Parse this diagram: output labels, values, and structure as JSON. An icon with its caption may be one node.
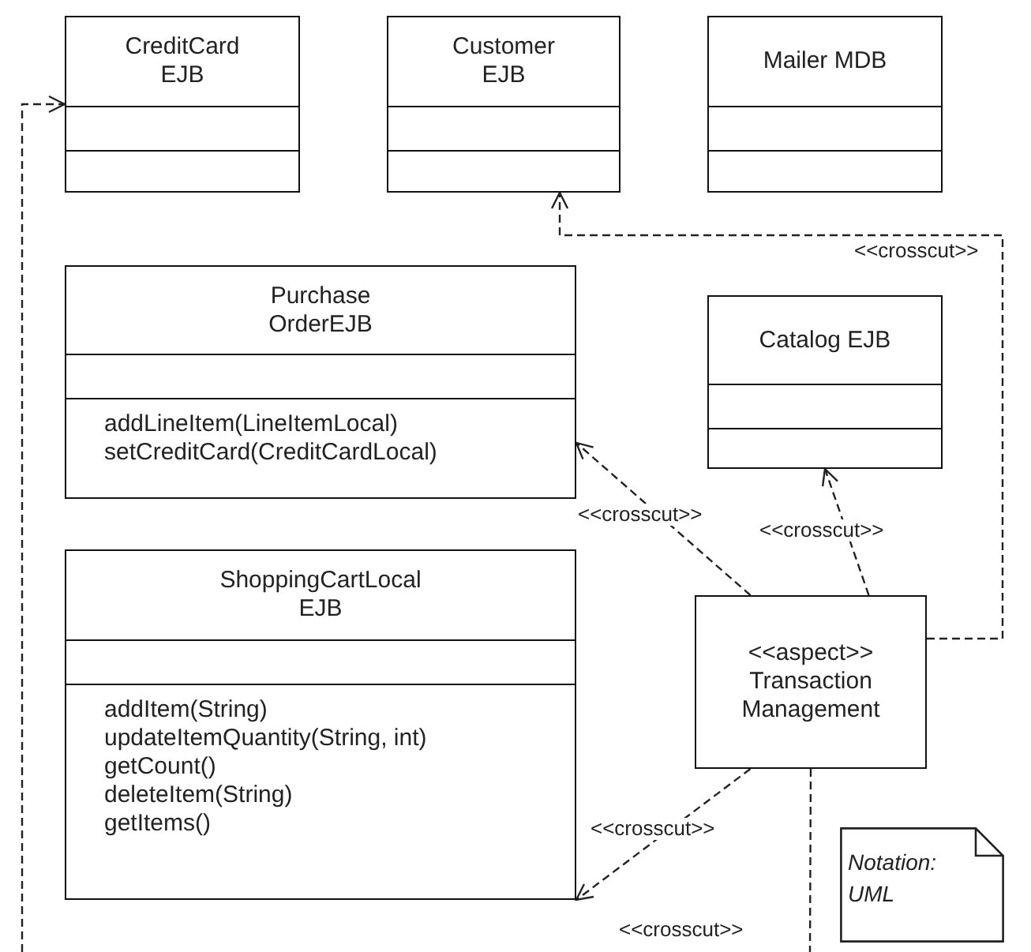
{
  "diagram": {
    "nodes": [
      {
        "text": [
          "CreditCard EJB"
        ]
      },
      {
        "text": [
          "Customer EJB"
        ]
      },
      {
        "text": [
          "Mailer MDB"
        ]
      },
      {
        "text": [
          "Purchase OrderEJB",
          "addLineItem(LineItemLocal)",
          "setCreditCard(CreditCardLocal)"
        ]
      },
      {
        "text": [
          "Catalog EJB"
        ]
      },
      {
        "text": [
          "ShoppingCartLocal EJB",
          "addItem(String)",
          "updateItemQuantity(String, int)",
          "getCount()",
          "deleteItem(String)",
          "getItems()"
        ]
      },
      {
        "text": [
          "<<aspect>>",
          "Transaction Management"
        ]
      },
      {
        "text": [
          "Notation: UML"
        ]
      }
    ],
    "edges": [
      {
        "from": 6,
        "to": 1,
        "arrow": "to",
        "label": "<<crosscut>>"
      },
      {
        "from": 6,
        "to": 3,
        "arrow": "to",
        "label": "<<crosscut>>"
      },
      {
        "from": 6,
        "to": 4,
        "arrow": "to",
        "label": "<<crosscut>>"
      },
      {
        "from": 6,
        "to": 5,
        "arrow": "to",
        "label": "<<crosscut>>"
      },
      {
        "from": 6,
        "to": null,
        "arrow": "none",
        "label": "<<crosscut>>"
      },
      {
        "from": null,
        "to": 0,
        "arrow": "to"
      }
    ]
  }
}
